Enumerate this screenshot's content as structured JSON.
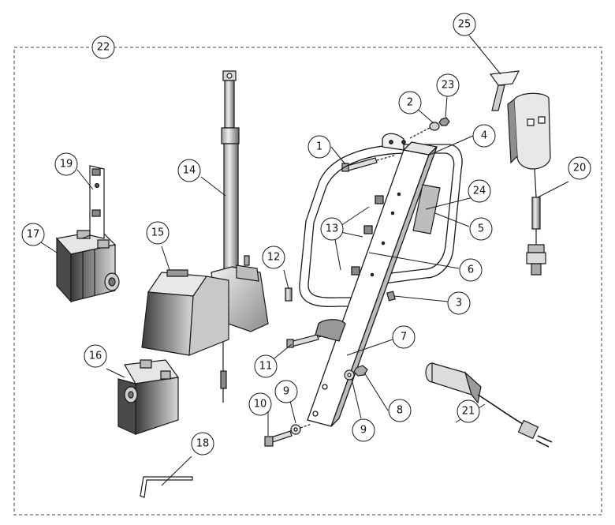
{
  "callouts": {
    "c1": "1",
    "c2": "2",
    "c3": "3",
    "c4": "4",
    "c5": "5",
    "c6": "6",
    "c7": "7",
    "c8": "8",
    "c9a": "9",
    "c9b": "9",
    "c10": "10",
    "c11": "11",
    "c12": "12",
    "c13": "13",
    "c14": "14",
    "c15": "15",
    "c16": "16",
    "c17": "17",
    "c18": "18",
    "c19": "19",
    "c20": "20",
    "c21": "21",
    "c22": "22",
    "c23": "23",
    "c24": "24",
    "c25": "25"
  },
  "colors": {
    "line": "#1a1a1a",
    "fill": "#ffffff",
    "shade_light": "#d9d9d9",
    "shade_mid": "#9a9a9a",
    "shade_dark": "#555555",
    "boundary": "#444444"
  }
}
